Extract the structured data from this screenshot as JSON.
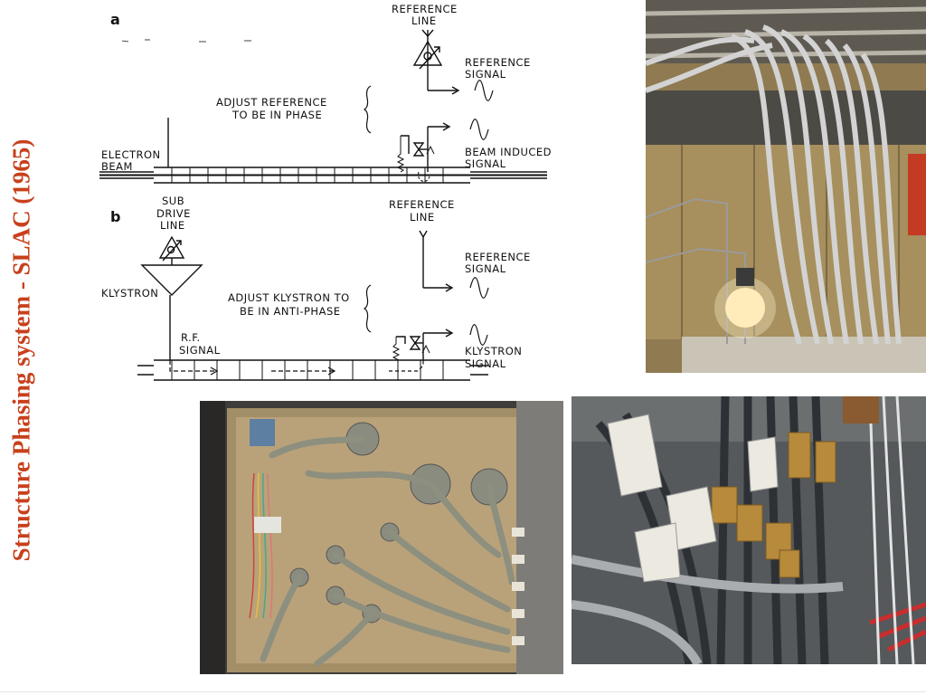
{
  "slide": {
    "title": "Structure Phasing system - SLAC (1965)"
  },
  "diagram_a": {
    "panel_letter": "a",
    "reference_line": [
      "REFERENCE",
      "LINE"
    ],
    "reference_signal": [
      "REFERENCE",
      "SIGNAL"
    ],
    "adjust_note": [
      "ADJUST REFERENCE",
      "TO BE IN PHASE"
    ],
    "electron_beam": [
      "ELECTRON",
      "BEAM"
    ],
    "beam_induced_signal": [
      "BEAM INDUCED",
      "SIGNAL"
    ]
  },
  "diagram_b": {
    "panel_letter": "b",
    "sub_drive_line": [
      "SUB",
      "DRIVE",
      "LINE"
    ],
    "klystron": "KLYSTRON",
    "reference_line": [
      "REFERENCE",
      "LINE"
    ],
    "reference_signal": [
      "REFERENCE",
      "SIGNAL"
    ],
    "adjust_note": [
      "ADJUST KLYSTRON TO",
      "BE IN ANTI-PHASE"
    ],
    "rf_signal": [
      "R.F.",
      "SIGNAL"
    ],
    "klystron_signal": [
      "KLYSTRON",
      "SIGNAL"
    ]
  },
  "photos": {
    "ceiling": {
      "subject": "overhead-cables-photo",
      "colors": {
        "wall": "#a08a5a",
        "cable": "#c9c9c9",
        "lamp": "#ffe9b0"
      }
    },
    "chassis": {
      "subject": "phasing-chassis-photo",
      "colors": {
        "box": "#b9a27a",
        "hose": "#8d8f7f"
      }
    },
    "connectors": {
      "subject": "cable-connectors-photo",
      "colors": {
        "brass": "#b78a3c",
        "cable": "#2d3135",
        "tag": "#ece9e0"
      }
    }
  },
  "colors": {
    "title": "#c8401c",
    "ink": "#111111"
  }
}
